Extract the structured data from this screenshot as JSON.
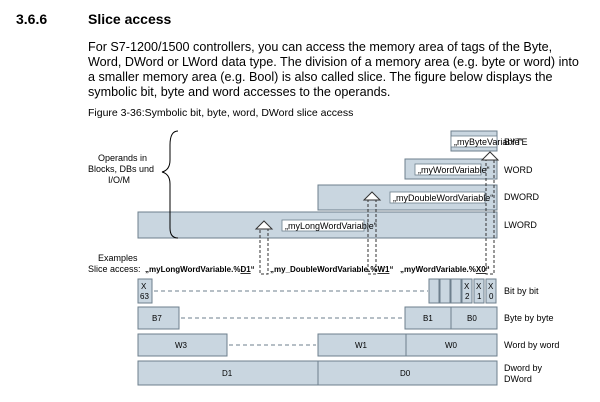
{
  "section": {
    "number": "3.6.6",
    "title": "Slice access"
  },
  "paragraph": "For S7-1200/1500 controllers, you can access the memory area of tags of the Byte, Word, DWord or LWord data type. The division of a memory area (e.g. byte or word) into a smaller memory area (e.g. Bool) is also called slice. The figure below displays the symbolic bit, byte and word accesses to the operands.",
  "figure_caption": "Figure 3-36:Symbolic bit, byte, word, DWord slice access",
  "figure": {
    "operands_label": [
      "Operands in",
      "Blocks, DBs und",
      "I/O/M"
    ],
    "tag_byte": "„myByteVariable“",
    "tag_word": "„myWordVariable“",
    "tag_dword": "„myDoubleWordVariable“",
    "tag_lword": "„myLongWordVariable“",
    "size_byte": "BYTE",
    "size_word": "WORD",
    "size_dword": "DWORD",
    "size_lword": "LWORD",
    "examples_label": "Examples",
    "slice_access_label": "Slice access:",
    "example_lword_prefix": "„myLongWordVariable.%",
    "example_lword_slice": "D1",
    "example_dword_prefix": "„my_DoubleWordVariable.%",
    "example_dword_slice": "W1",
    "example_word_prefix": "„myWordVariable.%",
    "example_word_slice": "X0",
    "quote_close": "“",
    "bit_x": "X",
    "bit_63": "63",
    "bit_2": "2",
    "bit_1": "1",
    "bit_0": "0",
    "cell_b7": "B7",
    "cell_b1": "B1",
    "cell_b0": "B0",
    "cell_w3": "W3",
    "cell_w1": "W1",
    "cell_w0": "W0",
    "cell_d1": "D1",
    "cell_d0": "D0",
    "row_bit": "Bit by bit",
    "row_byte": "Byte by byte",
    "row_word": "Word by word",
    "row_dword": [
      "Dword by",
      "DWord"
    ],
    "colors": {
      "fill": "#c9d6e0",
      "stroke": "#6d7f8d"
    }
  }
}
